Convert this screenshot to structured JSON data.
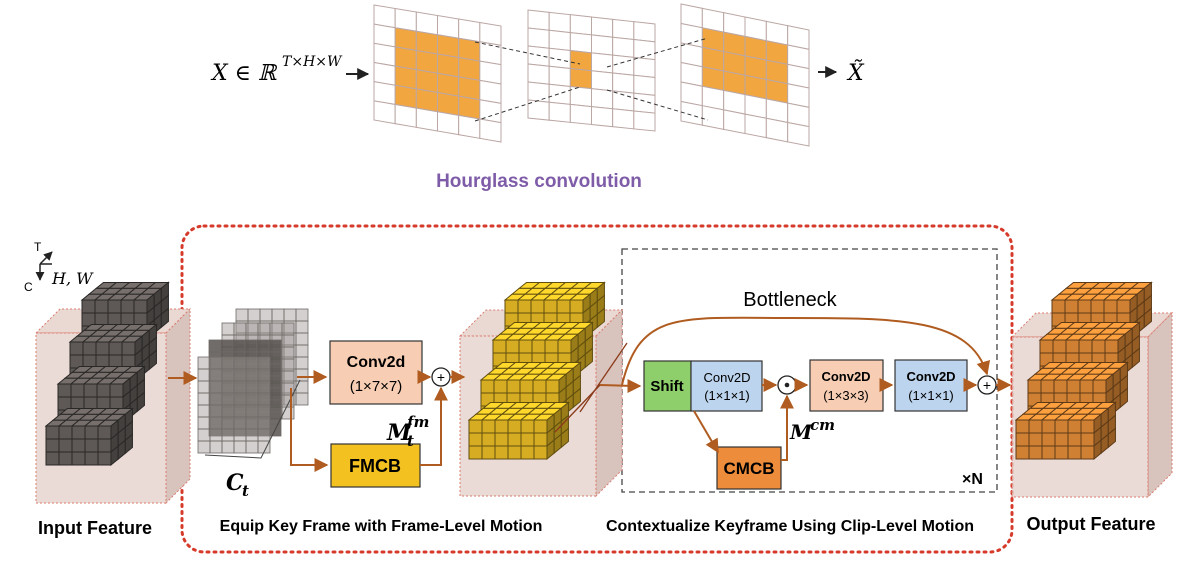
{
  "hourglass": {
    "input_label": "X ∈ ℝ",
    "input_sup": "T×H×W",
    "output_label": "X̃",
    "title": "Hourglass convolution"
  },
  "axes": {
    "t": "T",
    "c": "C",
    "hw": "H, W"
  },
  "labels": {
    "input_feature": "Input Feature",
    "output_feature": "Output Feature",
    "frame_level": "Equip Key Frame with Frame-Level Motion",
    "clip_level": "Contextualize Keyframe Using Clip-Level Motion",
    "bottleneck": "Bottleneck",
    "ct_base": "C",
    "ct_sub": "t",
    "mfm_base": "M",
    "mfm_sup": "fm",
    "mfm_sub": "t",
    "mcm_base": "M",
    "mcm_sup": "cm",
    "times_n": "×N"
  },
  "blocks": {
    "conv2d_a_line1": "Conv2d",
    "conv2d_a_line2": "(1×7×7)",
    "fmcb": "FMCB",
    "shift": "Shift",
    "conv_b_line1": "Conv2D",
    "conv_b_line2": "(1×1×1)",
    "conv_c_line1": "Conv2D",
    "conv_c_line2": "(1×3×3)",
    "conv_d_line1": "Conv2D",
    "conv_d_line2": "(1×1×1)",
    "cmcb": "CMCB"
  },
  "symbols": {
    "plus": "+",
    "dot": "⊙"
  },
  "colors": {
    "gray_cube": "#5e5956",
    "yellow_cube": "#d6ad22",
    "orange_cube": "#cf8032",
    "conv2d_peach": "#f7ceb3",
    "fmcb_yellow": "#f3c220",
    "shift_green": "#8fcf6b",
    "conv_blue": "#bcd4ee",
    "cmcb_orange": "#ed8c3a",
    "arrow_brown": "#b05c20",
    "red_dotted": "#d63a2a",
    "orange_cell": "#f2a640",
    "title_purple": "#7e5ca8"
  }
}
